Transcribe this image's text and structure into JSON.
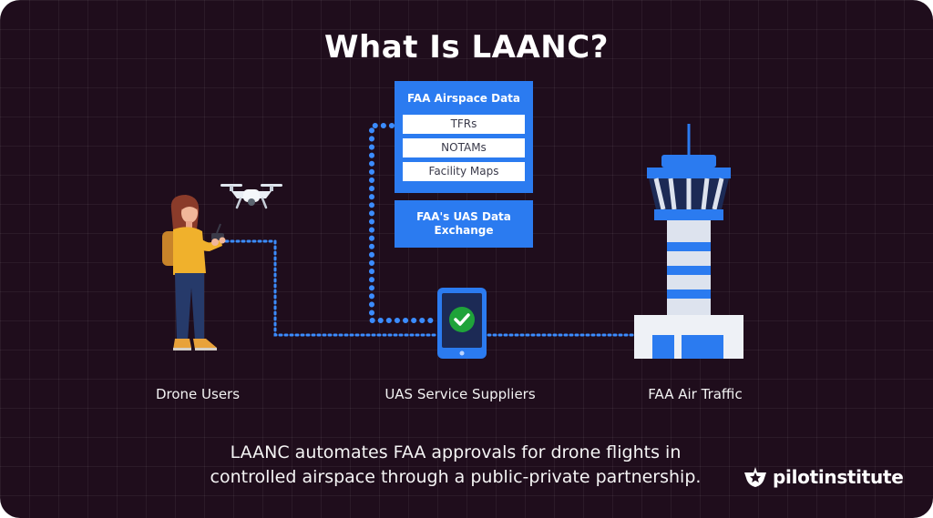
{
  "title": "What Is LAANC?",
  "airspace_panel": {
    "title": "FAA Airspace Data",
    "items": [
      "TFRs",
      "NOTAMs",
      "Facility Maps"
    ]
  },
  "exchange_panel": {
    "line1": "FAA's UAS Data",
    "line2": "Exchange"
  },
  "labels": {
    "drone_users": "Drone Users",
    "uas_suppliers": "UAS Service Suppliers",
    "air_traffic": "FAA Air Traffic"
  },
  "caption": {
    "line1": "LAANC automates FAA approvals for drone flights in",
    "line2": "controlled airspace through a public-private partnership."
  },
  "brand": {
    "name": "pilotinstitute"
  },
  "colors": {
    "background": "#1f0d1c",
    "accent_blue": "#2b7bf0",
    "connector_blue": "#3b8cff",
    "check_green": "#1fa33a",
    "person_jacket": "#f0b12c",
    "tower_light": "#dde3ee"
  },
  "icons": [
    "drone-icon",
    "person-with-controller-icon",
    "tablet-check-icon",
    "control-tower-icon",
    "star-badge-icon"
  ]
}
